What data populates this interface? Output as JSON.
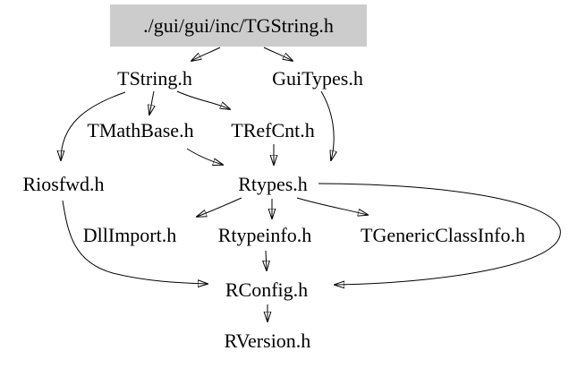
{
  "diagram": {
    "type": "include-dependency-graph",
    "background_color": "#ffffff",
    "edge_color": "#000000",
    "text_color": "#000000",
    "root_fill_color": "#cccccc"
  },
  "nodes": {
    "root": {
      "label": "./gui/gui/inc/TGString.h"
    },
    "tstring": {
      "label": "TString.h"
    },
    "guitypes": {
      "label": "GuiTypes.h"
    },
    "tmathbase": {
      "label": "TMathBase.h"
    },
    "trefcnt": {
      "label": "TRefCnt.h"
    },
    "riosfwd": {
      "label": "Riosfwd.h"
    },
    "rtypes": {
      "label": "Rtypes.h"
    },
    "dllimport": {
      "label": "DllImport.h"
    },
    "rtypeinfo": {
      "label": "Rtypeinfo.h"
    },
    "tgenericclassinfo": {
      "label": "TGenericClassInfo.h"
    },
    "rconfig": {
      "label": "RConfig.h"
    },
    "rversion": {
      "label": "RVersion.h"
    }
  },
  "edges": [
    {
      "from": "./gui/gui/inc/TGString.h",
      "to": "TString.h"
    },
    {
      "from": "./gui/gui/inc/TGString.h",
      "to": "GuiTypes.h"
    },
    {
      "from": "TString.h",
      "to": "TMathBase.h"
    },
    {
      "from": "TString.h",
      "to": "TRefCnt.h"
    },
    {
      "from": "TString.h",
      "to": "Riosfwd.h"
    },
    {
      "from": "GuiTypes.h",
      "to": "Rtypes.h"
    },
    {
      "from": "TMathBase.h",
      "to": "Rtypes.h"
    },
    {
      "from": "TRefCnt.h",
      "to": "Rtypes.h"
    },
    {
      "from": "Rtypes.h",
      "to": "DllImport.h"
    },
    {
      "from": "Rtypes.h",
      "to": "Rtypeinfo.h"
    },
    {
      "from": "Rtypes.h",
      "to": "TGenericClassInfo.h"
    },
    {
      "from": "Rtypes.h",
      "to": "RConfig.h"
    },
    {
      "from": "Riosfwd.h",
      "to": "RConfig.h"
    },
    {
      "from": "Rtypeinfo.h",
      "to": "RConfig.h"
    },
    {
      "from": "RConfig.h",
      "to": "RVersion.h"
    }
  ]
}
